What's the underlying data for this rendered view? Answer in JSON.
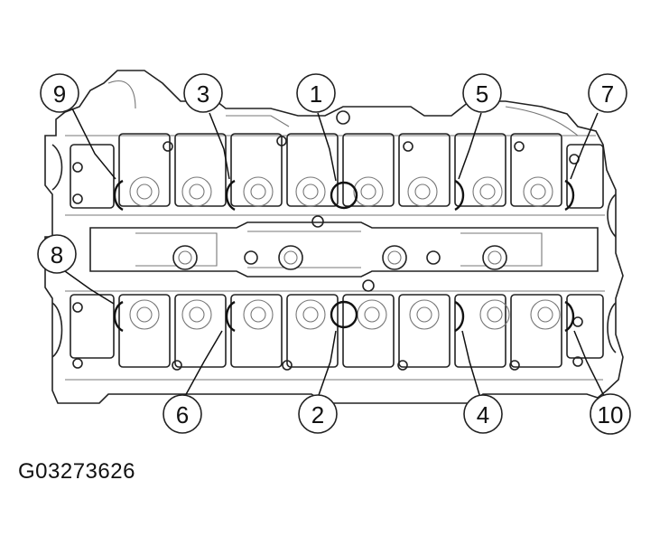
{
  "figure_id": "G03273626",
  "callouts": [
    "1",
    "2",
    "3",
    "4",
    "5",
    "6",
    "7",
    "8",
    "9",
    "10"
  ],
  "colors": {
    "line": "#222222",
    "background": "#ffffff"
  }
}
